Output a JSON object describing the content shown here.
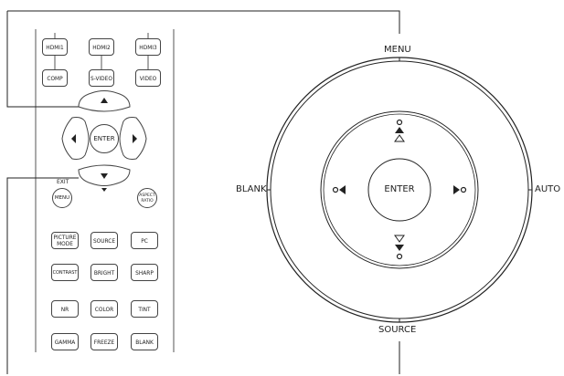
{
  "remote": {
    "source_row1": [
      "HDMI1",
      "HDMI2",
      "HDMI3"
    ],
    "source_row2": [
      "COMP",
      "S-VIDEO",
      "VIDEO"
    ],
    "enter_label": "ENTER",
    "exit_label": "EXIT",
    "menu_label": "MENU",
    "aspect_label": "ASPECT RATIO",
    "row_picture": [
      "PICTURE MODE",
      "SOURCE",
      "PC"
    ],
    "row_contrast": [
      "CONTRAST",
      "BRIGHT",
      "SHARP"
    ],
    "row_nr": [
      "NR",
      "COLOR",
      "TINT"
    ],
    "row_gamma": [
      "GAMMA",
      "FREEZE",
      "BLANK"
    ]
  },
  "keypad": {
    "top_label": "MENU",
    "left_label": "BLANK",
    "right_label": "AUTO",
    "bottom_label": "SOURCE",
    "center_label": "ENTER"
  },
  "colors": {
    "line": "#222222",
    "panel_edge": "#444444",
    "button_fill": "#ffffff"
  }
}
